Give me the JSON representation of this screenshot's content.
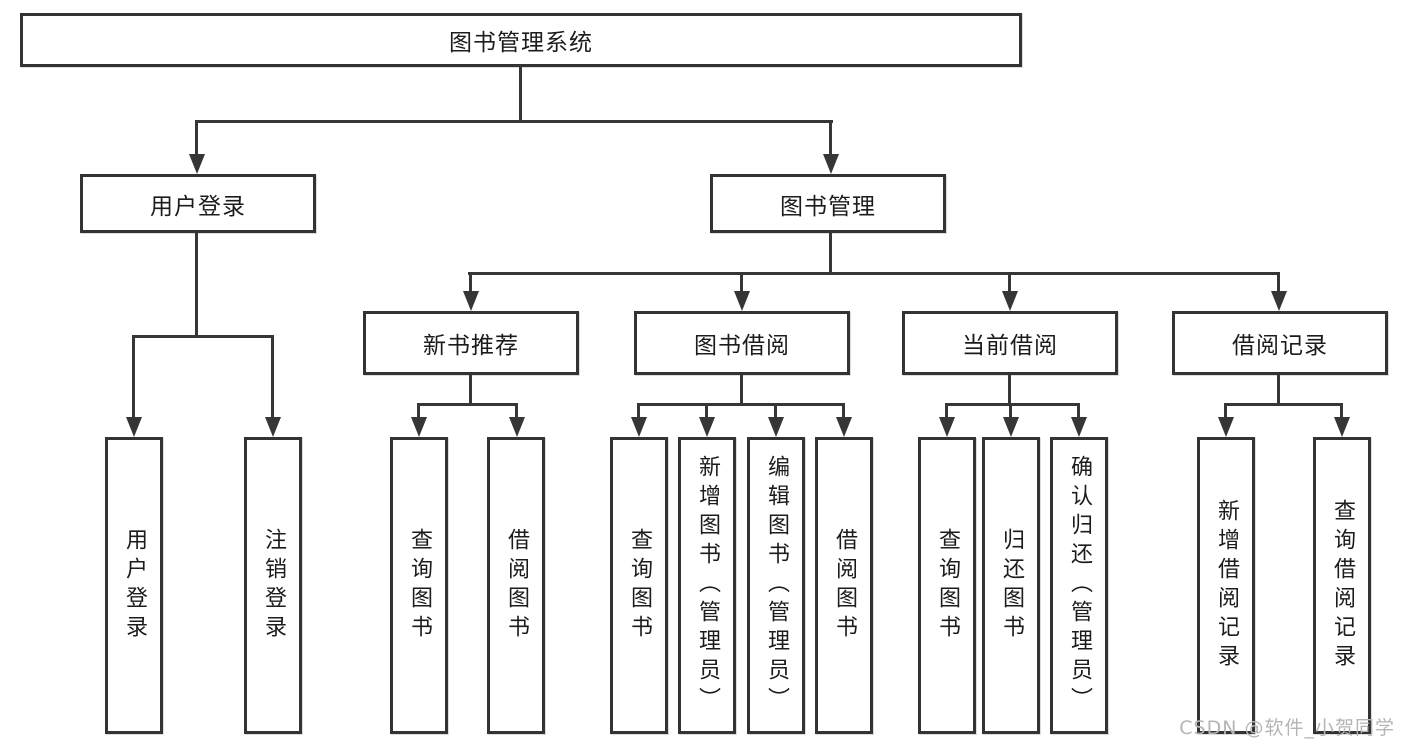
{
  "diagram": {
    "title": "图书管理系统",
    "root": {
      "label": "图书管理系统"
    },
    "branches": [
      {
        "label": "用户登录",
        "children": [
          "用户登录",
          "注销登录"
        ]
      },
      {
        "label": "图书管理",
        "groups": [
          {
            "label": "新书推荐",
            "children": [
              "查询图书",
              "借阅图书"
            ]
          },
          {
            "label": "图书借阅",
            "children": [
              "查询图书",
              "新增图书（管理员）",
              "编辑图书（管理员）",
              "借阅图书"
            ]
          },
          {
            "label": "当前借阅",
            "children": [
              "查询图书",
              "归还图书",
              "确认归还（管理员）"
            ]
          },
          {
            "label": "借阅记录",
            "children": [
              "新增借阅记录",
              "查询借阅记录"
            ]
          }
        ]
      }
    ],
    "style": {
      "line_color": "#363636",
      "border_color": "#333333",
      "text_color": "#1c1c1c",
      "background": "#ffffff"
    }
  },
  "watermark": {
    "text": "CSDN @软件_小贺同学",
    "color": "#b5b5b5"
  }
}
